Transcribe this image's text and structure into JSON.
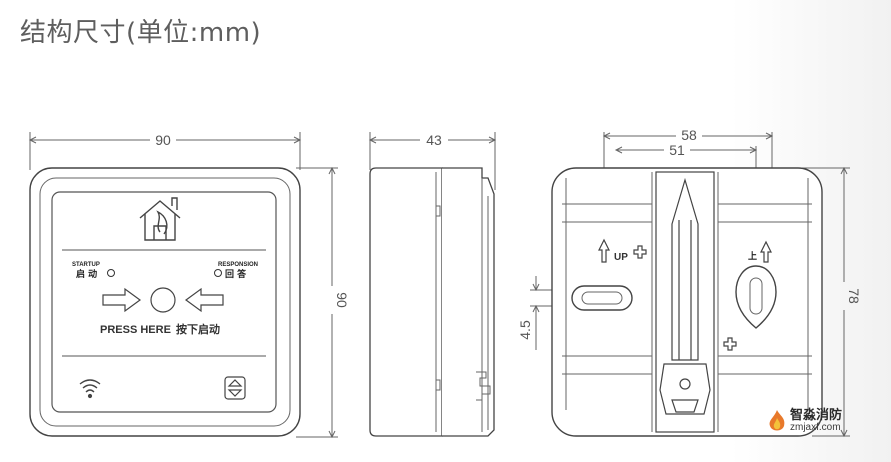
{
  "title": "结构尺寸(单位:mm)",
  "front_view": {
    "width_dim": "90",
    "height_dim": "90",
    "startup_en": "STARTUP",
    "startup_cn": "启 动",
    "response_en": "RESPONSION",
    "response_cn": "回 答",
    "press_here": "PRESS HERE",
    "press_cn": "按下启动"
  },
  "side_view": {
    "depth_dim": "43"
  },
  "back_view": {
    "outer_dim": "58",
    "inner_dim": "51",
    "height_dim": "78",
    "slot_dim": "4.5",
    "up_label": "UP",
    "up_cn": "上"
  },
  "watermark": {
    "name": "智淼消防",
    "url": "zmjaxf.com"
  }
}
